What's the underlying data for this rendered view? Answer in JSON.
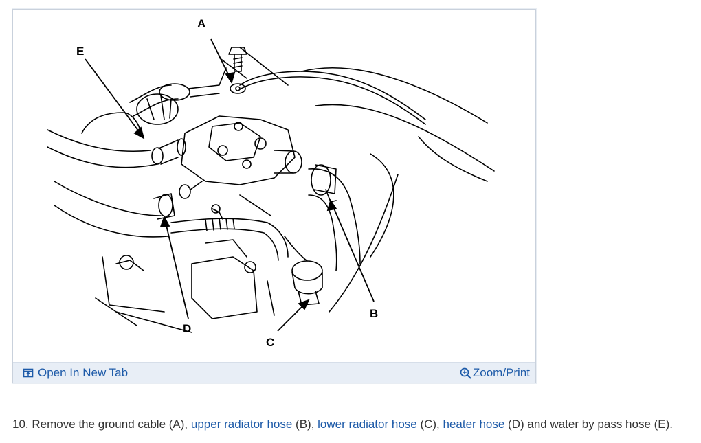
{
  "diagram": {
    "callouts": {
      "a": "A",
      "b": "B",
      "c": "C",
      "d": "D",
      "e": "E"
    }
  },
  "footer": {
    "open_tab_label": "Open In New Tab",
    "open_tab_icon": "open-new-tab-icon",
    "zoom_label": "Zoom/Print",
    "zoom_icon": "magnifier-plus-icon"
  },
  "instruction": {
    "step": "10. Remove the ground cable (A), ",
    "link_b": "upper radiator hose",
    "after_b": " (B), ",
    "link_c": "lower radiator hose",
    "after_c": " (C), ",
    "link_d": "heater hose",
    "after_d": " (D) and water by pass hose (E)."
  },
  "colors": {
    "link": "#1d5aa8",
    "footer_bg": "#e8eef6",
    "frame_border": "#c9d1dc",
    "text": "#333333"
  }
}
